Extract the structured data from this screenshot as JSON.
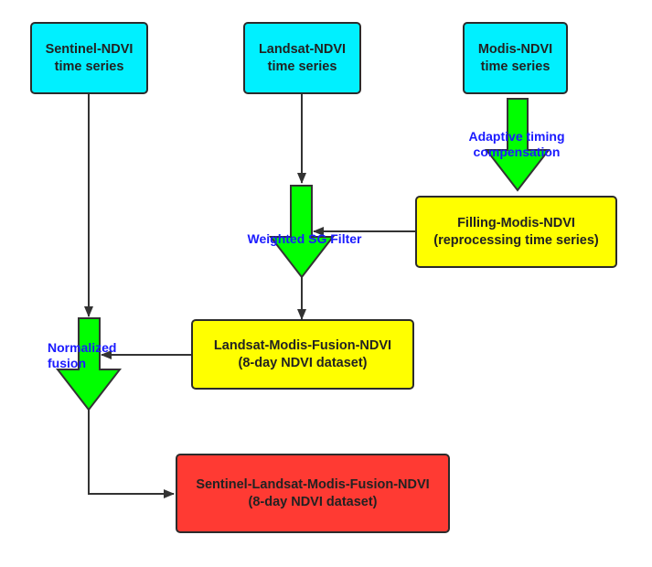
{
  "nodes": {
    "sentinel": {
      "line1": "Sentinel-NDVI",
      "line2": "time series",
      "color": "#00f0ff"
    },
    "landsat": {
      "line1": "Landsat-NDVI",
      "line2": "time series",
      "color": "#00f0ff"
    },
    "modis": {
      "line1": "Modis-NDVI",
      "line2": "time series",
      "color": "#00f0ff"
    },
    "filling": {
      "line1": "Filling-Modis-NDVI",
      "line2": "(reprocessing time series)",
      "color": "#ffff00"
    },
    "lm_fusion": {
      "line1": "Landsat-Modis-Fusion-NDVI",
      "line2": "(8-day NDVI dataset)",
      "color": "#ffff00"
    },
    "slm_fusion": {
      "line1": "Sentinel-Landsat-Modis-Fusion-NDVI",
      "line2": "(8-day NDVI dataset)",
      "color": "#ff3a33"
    }
  },
  "operations": {
    "adaptive": {
      "line1": "Adaptive timing",
      "line2": "compensation"
    },
    "weighted": {
      "line1": "Weighted SG Filter"
    },
    "normalized": {
      "line1": "Normalized",
      "line2": "fusion"
    }
  },
  "colors": {
    "process_arrow": "#00ff00",
    "op_text": "#1a1aff",
    "connector": "#333333"
  }
}
